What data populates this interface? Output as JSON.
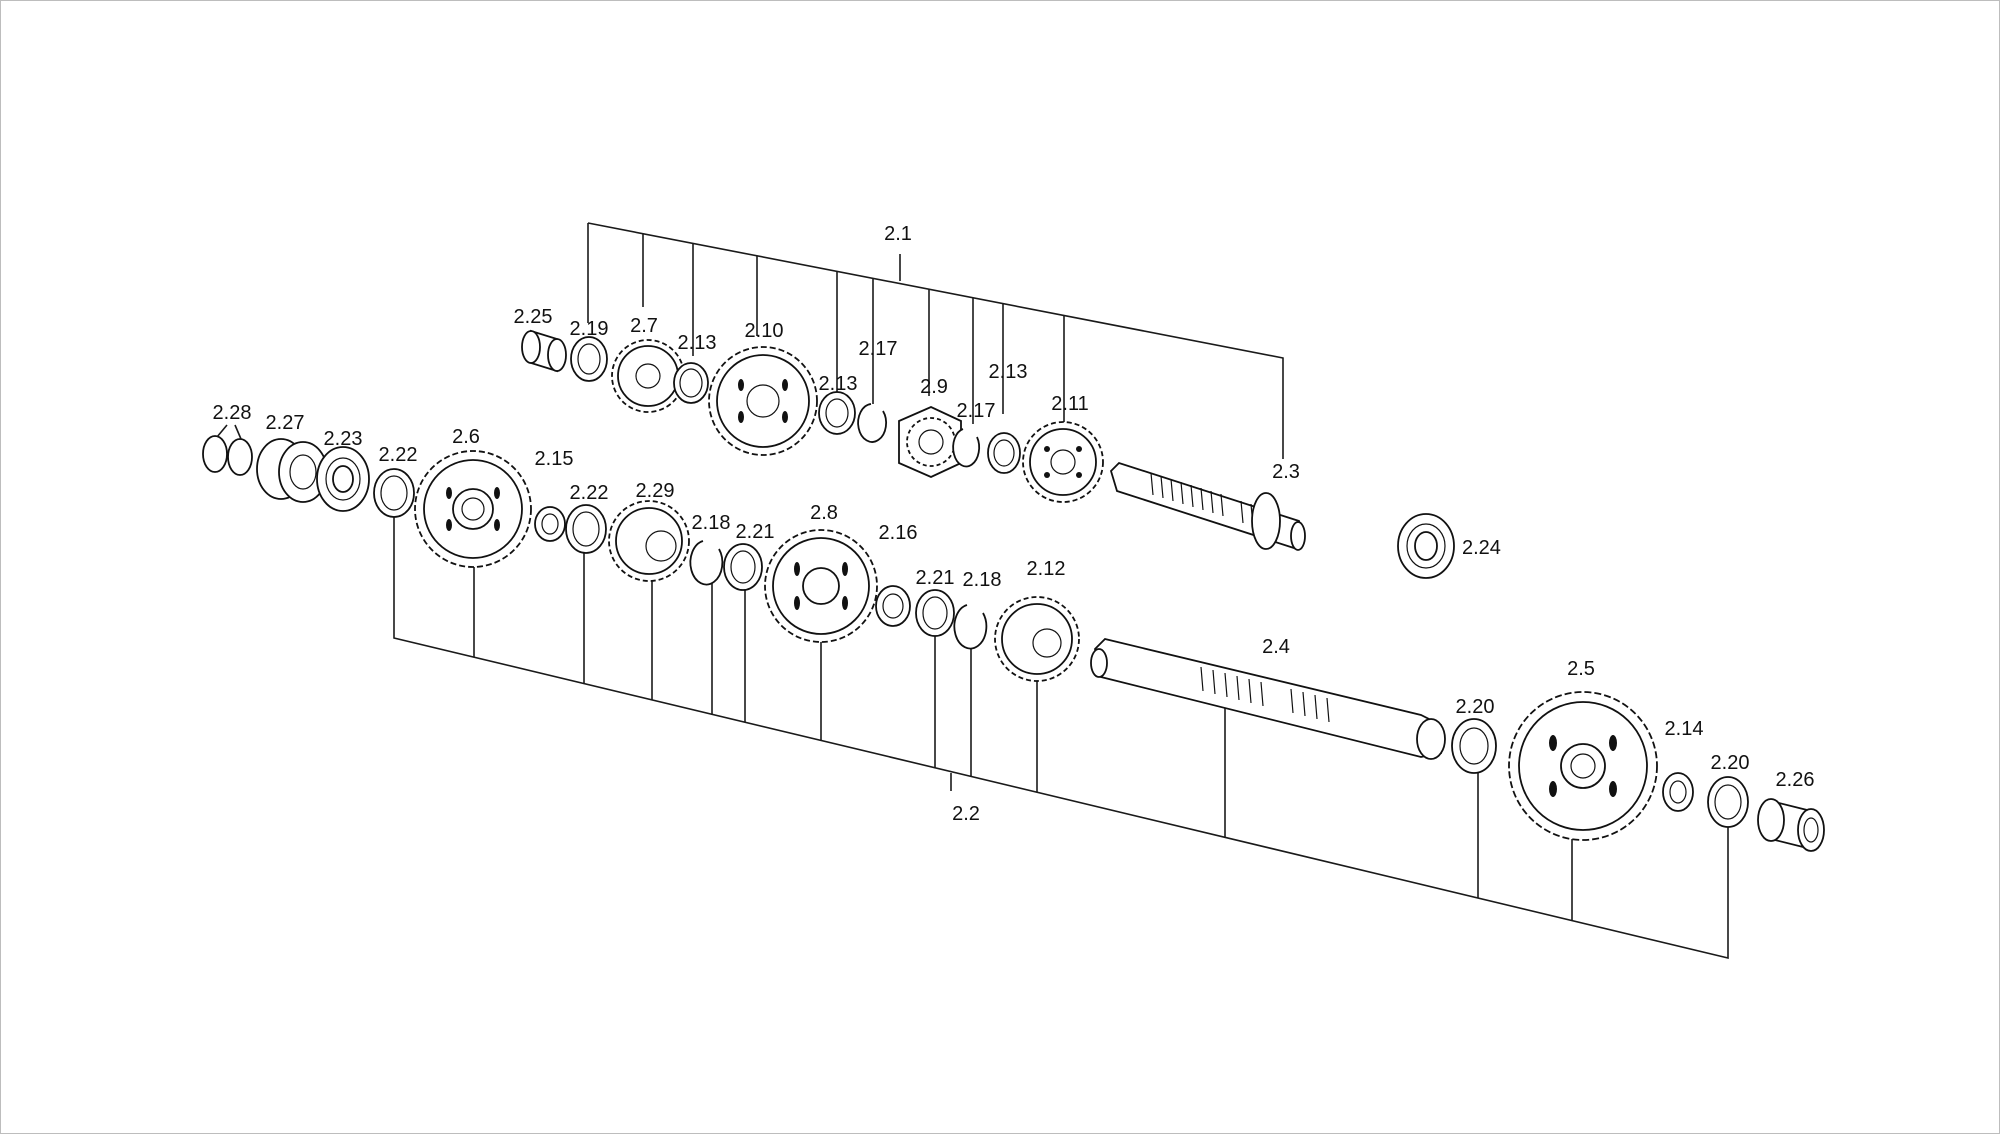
{
  "labels": {
    "l2_1": "2.1",
    "l2_2": "2.2",
    "l2_3": "2.3",
    "l2_4": "2.4",
    "l2_5": "2.5",
    "l2_6": "2.6",
    "l2_7": "2.7",
    "l2_8": "2.8",
    "l2_9": "2.9",
    "l2_10": "2.10",
    "l2_11": "2.11",
    "l2_12": "2.12",
    "l2_13a": "2.13",
    "l2_13b": "2.13",
    "l2_13c": "2.13",
    "l2_14": "2.14",
    "l2_15": "2.15",
    "l2_16": "2.16",
    "l2_17a": "2.17",
    "l2_17b": "2.17",
    "l2_18a": "2.18",
    "l2_18b": "2.18",
    "l2_19": "2.19",
    "l2_20a": "2.20",
    "l2_20b": "2.20",
    "l2_21a": "2.21",
    "l2_21b": "2.21",
    "l2_22a": "2.22",
    "l2_22b": "2.22",
    "l2_23": "2.23",
    "l2_24": "2.24",
    "l2_25": "2.25",
    "l2_26": "2.26",
    "l2_27": "2.27",
    "l2_28": "2.28",
    "l2_29": "2.29"
  }
}
